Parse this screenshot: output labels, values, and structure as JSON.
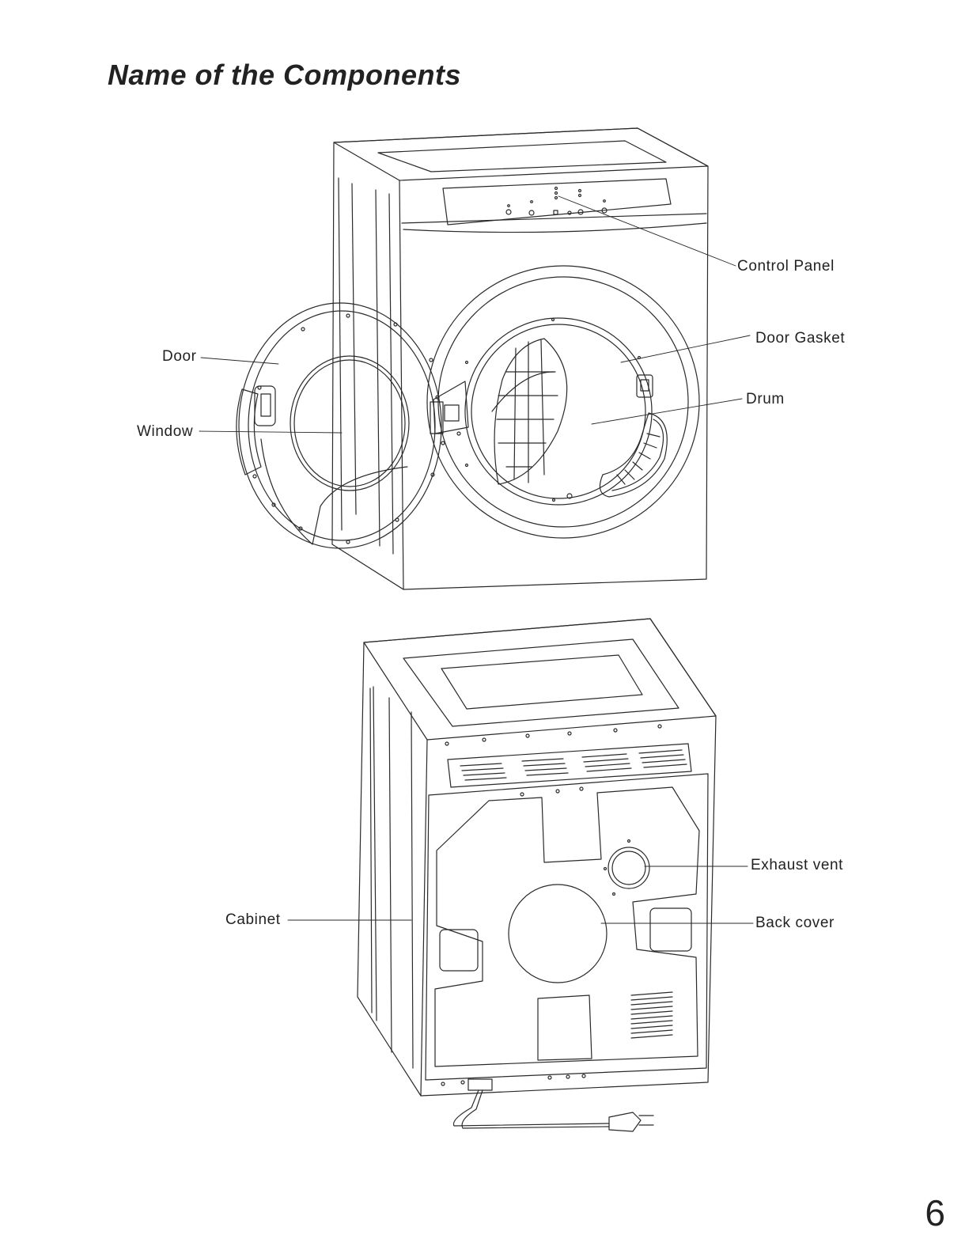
{
  "page": {
    "title": "Name of the Components",
    "page_number": "6"
  },
  "diagram": {
    "front_view": {
      "labels": {
        "control_panel": "Control Panel",
        "door_gasket": "Door Gasket",
        "drum": "Drum",
        "door": "Door",
        "window": "Window"
      }
    },
    "rear_view": {
      "labels": {
        "exhaust_vent": "Exhaust vent",
        "back_cover": "Back cover",
        "cabinet": "Cabinet"
      }
    }
  }
}
